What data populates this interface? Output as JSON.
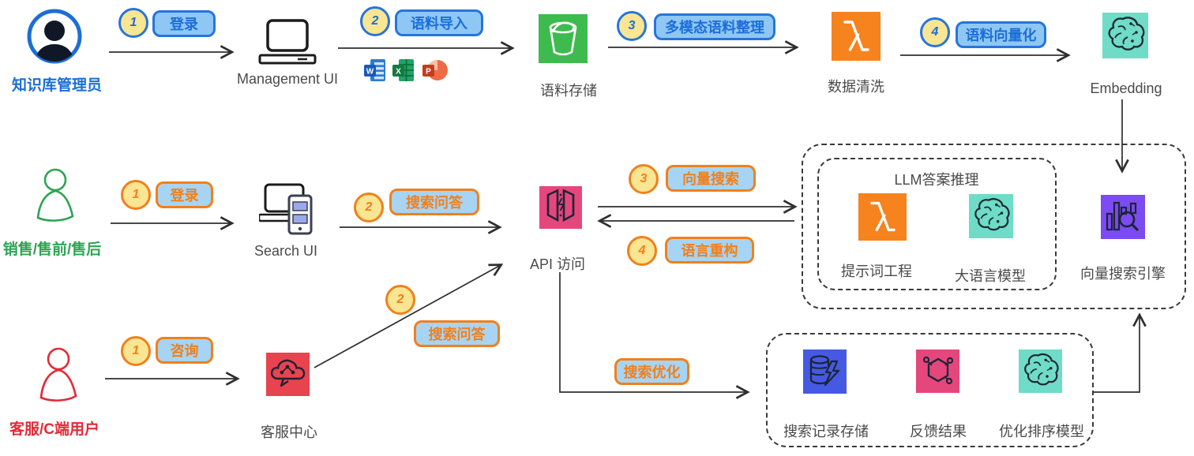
{
  "palette": {
    "blue_accent": "#2575DB",
    "blue_text": "#1C6ED8",
    "orange_accent": "#F1801B",
    "pill_fill1": "#8FC7F4",
    "pill_fill2": "#A7D4F3",
    "badge_fill": "#F9E592",
    "line": "#2E2E2E",
    "label_gray": "#4A4A4A",
    "glyph_dark": "#1C2536",
    "s3_green": "#3EBB4E",
    "lambda_orange": "#F6831E",
    "teal": "#6EDCC6",
    "api_pink": "#E5477D",
    "connect_red": "#E8434E",
    "db_blue": "#4659E3",
    "hex_pink": "#E5477D",
    "opensearch_purple": "#7C4BF2",
    "phone_screen": "#9AA9E9",
    "word_blue": "#185ABD",
    "word_light": "#2B7CD3",
    "excel_green": "#107C41",
    "excel_light": "#21A366",
    "ppt_dark": "#C43E1C",
    "ppt_light": "#ED6C47"
  },
  "actors": {
    "admin": {
      "label": "知识库管理员",
      "color": "#1B6FD6"
    },
    "sales": {
      "label": "销售/售前/售后",
      "color": "#2EA353"
    },
    "customer": {
      "label": "客服/C端用户",
      "color": "#E22B38"
    }
  },
  "steps": {
    "r1s1": {
      "num": "1",
      "label": "登录"
    },
    "r1s2": {
      "num": "2",
      "label": "语料导入"
    },
    "r1s3": {
      "num": "3",
      "label": "多模态语料整理"
    },
    "r1s4": {
      "num": "4",
      "label": "语料向量化"
    },
    "r2s1": {
      "num": "1",
      "label": "登录"
    },
    "r2s2": {
      "num": "2",
      "label": "搜索问答"
    },
    "r2s3": {
      "num": "3",
      "label": "向量搜索"
    },
    "r2s4": {
      "num": "4",
      "label": "语言重构"
    },
    "r3s1": {
      "num": "1",
      "label": "咨询"
    },
    "r3s2": {
      "num": "2",
      "label": "搜索问答"
    },
    "optimize": {
      "label": "搜索优化"
    }
  },
  "nodes": {
    "management_ui": "Management UI",
    "search_ui": "Search UI",
    "corpus_storage": "语料存储",
    "data_cleaning": "数据清洗",
    "embedding": "Embedding",
    "api_access": "API 访问",
    "contact_center": "客服中心",
    "llm_group_title": "LLM答案推理",
    "prompt_engineering": "提示词工程",
    "llm_model": "大语言模型",
    "vector_engine": "向量搜索引擎",
    "search_log_storage": "搜索记录存储",
    "feedback_result": "反馈结果",
    "ranking_model": "优化排序模型"
  },
  "office": {
    "word": "W",
    "excel": "X",
    "ppt": "P"
  }
}
